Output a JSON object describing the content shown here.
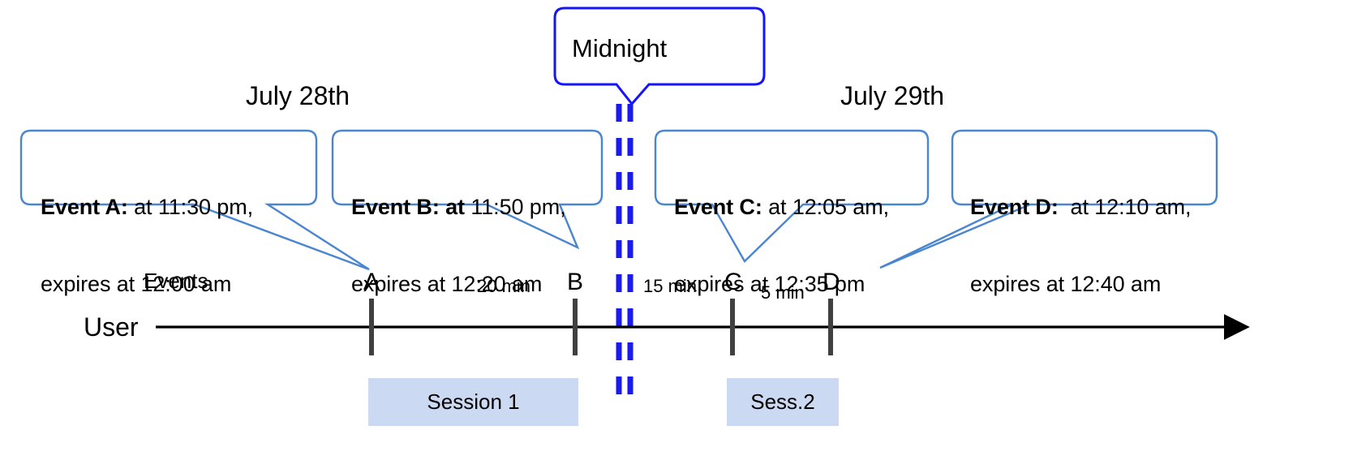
{
  "diagram": {
    "title_note": "Event expiry across midnight timeline",
    "colors": {
      "callout_border": "#4a86d0",
      "midnight_border": "#1414ff",
      "midnight_dash": "#1a1aee",
      "session_fill": "#ccd9f2",
      "tick": "#404040",
      "axis": "#000000"
    }
  },
  "midnight": {
    "label": "Midnight"
  },
  "dates": {
    "left": "July 28th",
    "right": "July 29th"
  },
  "axis": {
    "row_label": "User",
    "events_label": "Events"
  },
  "callouts": [
    {
      "id": "event-a",
      "bold": "Event A:",
      "rest_line1": " at 11:30 pm,",
      "line2": "expires at 12:00 am"
    },
    {
      "id": "event-b",
      "bold": "Event B: at",
      "rest_line1": " 11:50 pm,",
      "line2": "expires at 12:20 am"
    },
    {
      "id": "event-c",
      "bold": "Event C:",
      "rest_line1": " at 12:05 am,",
      "line2": "expires at 12:35 pm"
    },
    {
      "id": "event-d",
      "bold": "Event D:",
      "rest_line1": "  at 12:10 am,",
      "line2": "expires at 12:40 am"
    }
  ],
  "markers": [
    {
      "id": "marker-a",
      "label": "A"
    },
    {
      "id": "marker-b",
      "label": "B"
    },
    {
      "id": "marker-c",
      "label": "C"
    },
    {
      "id": "marker-d",
      "label": "D"
    }
  ],
  "intervals": [
    {
      "id": "interval-ab",
      "label": "20 min"
    },
    {
      "id": "interval-bc",
      "label": "15 min"
    },
    {
      "id": "interval-cd",
      "label": "5 min"
    }
  ],
  "sessions": [
    {
      "id": "session-1",
      "label": "Session 1"
    },
    {
      "id": "session-2",
      "label": "Sess.2"
    }
  ]
}
